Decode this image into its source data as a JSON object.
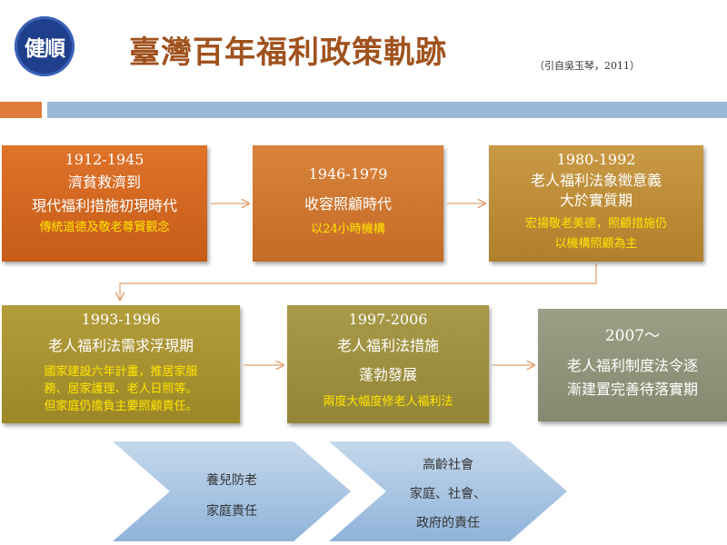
{
  "header": {
    "logo_text": "健順",
    "title": "臺灣百年福利政策軌跡",
    "citation": "（引自吳玉琴，2011）"
  },
  "colors": {
    "title": "#a0521e",
    "accent_orange": "#e07b3c",
    "accent_blue": "#9ab9d9",
    "logo_blue": "#1f3f8c",
    "highlight_yellow": "#ffe600"
  },
  "timeline": [
    {
      "period": "1912-1945",
      "lines": [
        "濟貧救濟到",
        "現代福利措施初現時代"
      ],
      "note": [
        "傳統道德及敬老尊賢觀念"
      ]
    },
    {
      "period": "1946-1979",
      "lines": [
        "收容照顧時代"
      ],
      "note": [
        "以24小時機構"
      ]
    },
    {
      "period": "1980-1992",
      "lines": [
        "老人福利法象徵意義",
        "大於實質期"
      ],
      "note": [
        "宏揚敬老美德，照顧措施仍",
        "以機構照顧為主"
      ]
    },
    {
      "period": "1993-1996",
      "lines": [
        "老人福利法需求浮現期"
      ],
      "note": [
        "國家建設六年計畫，推居家服",
        "務、居家護理、老人日照等。",
        "但家庭仍擔負主要照顧責任。"
      ]
    },
    {
      "period": "1997-2006",
      "lines": [
        "老人福利法措施",
        "蓬勃發展"
      ],
      "note": [
        "兩度大幅度修老人福利法"
      ]
    },
    {
      "period": "2007～",
      "lines": [
        "老人福利制度法令逐",
        "漸建置完善待落實期"
      ],
      "note": []
    }
  ],
  "stages": [
    {
      "lines": [
        "養兒防老",
        "家庭責任"
      ]
    },
    {
      "lines": [
        "高齡社會",
        "家庭、社會、",
        "政府的責任"
      ]
    }
  ]
}
